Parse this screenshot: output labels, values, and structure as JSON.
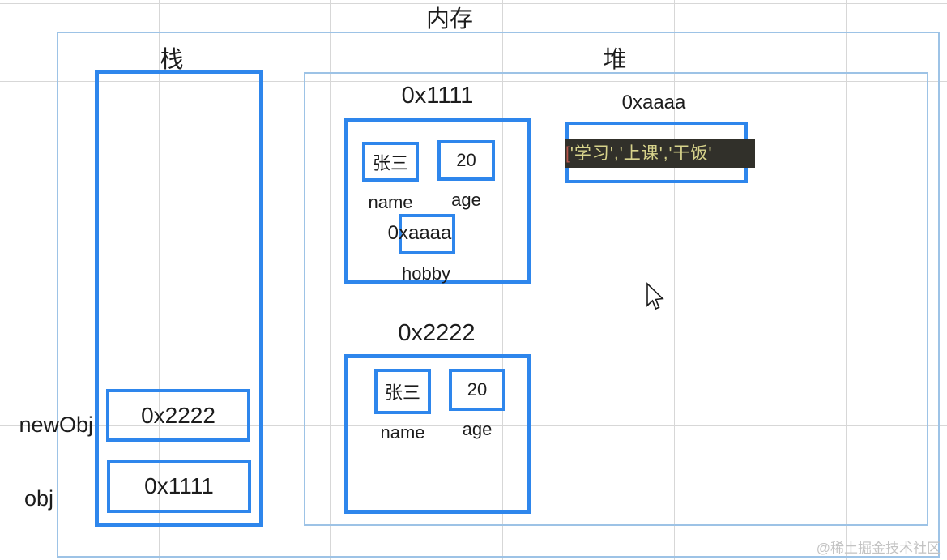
{
  "title": "内存",
  "watermark": "@稀土掘金技术社区",
  "colors": {
    "accent_blue": "#2e86ec",
    "light_blue": "#9dc3e6",
    "grid_gray": "#d7d7d7",
    "strip_background": "#31302a",
    "strip_text": "#d7d38b",
    "strip_bracket": "#b5544a"
  },
  "stack": {
    "label": "栈",
    "items": [
      {
        "varname": "newObj",
        "address": "0x2222"
      },
      {
        "varname": "obj",
        "address": "0x1111"
      }
    ]
  },
  "heap": {
    "label": "堆",
    "object1": {
      "address": "0x1111",
      "name_value": "张三",
      "name_label": "name",
      "age_value": "20",
      "age_label": "age",
      "hobby_value": "0xaaaa",
      "hobby_label": "hobby"
    },
    "array": {
      "address": "0xaaaa",
      "bracket": "[",
      "items_text": "'学习','上课','干饭'"
    },
    "object2": {
      "address": "0x2222",
      "name_value": "张三",
      "name_label": "name",
      "age_value": "20",
      "age_label": "age"
    }
  }
}
